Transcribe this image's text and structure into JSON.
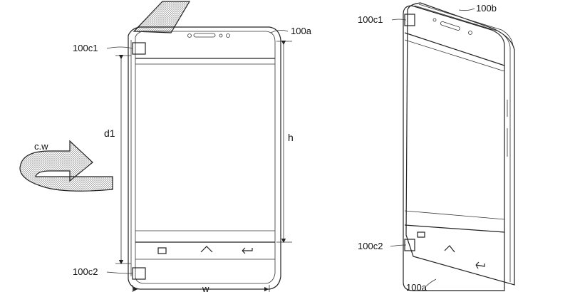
{
  "left_figure": {
    "labels": {
      "top_hinge": "100c1",
      "bottom_hinge": "100c2",
      "device": "100a",
      "dim_d1": "d1",
      "dim_h": "h",
      "dim_w": "w",
      "rotation": "c.w"
    }
  },
  "right_figure": {
    "labels": {
      "top_hinge": "100c1",
      "bottom_hinge": "100c2",
      "back_device": "100b",
      "front_device": "100a"
    }
  },
  "colors": {
    "line": "#222222",
    "background": "#ffffff"
  },
  "icons": [
    "recent-apps-icon",
    "home-icon",
    "back-icon"
  ]
}
